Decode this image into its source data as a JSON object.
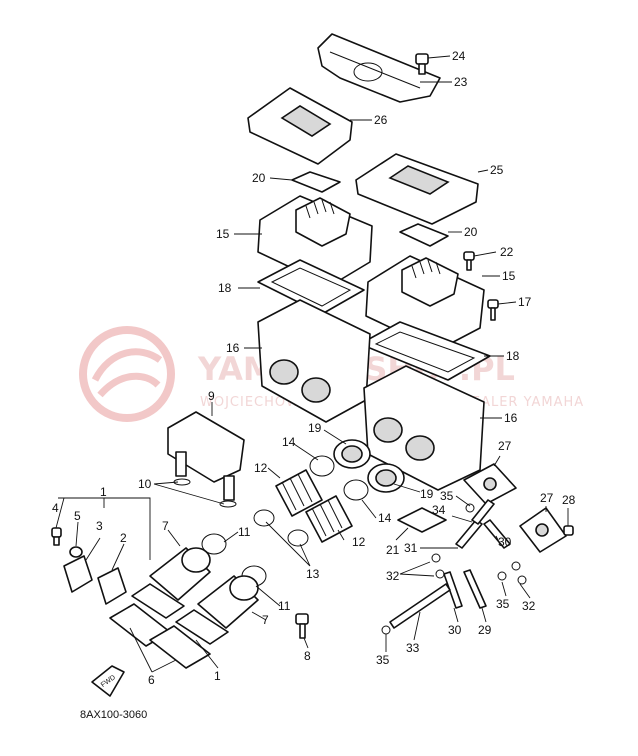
{
  "watermark": {
    "title": "YAMAHA-SHOP.PL",
    "subtitle": "WOJCIECHOWSCY AUTORYZOWANY DEALER YAMAHA"
  },
  "diagram_code": "8AX100-3060",
  "fwd_label": "FWD",
  "callouts": [
    {
      "id": "c24",
      "text": "24"
    },
    {
      "id": "c23",
      "text": "23"
    },
    {
      "id": "c26",
      "text": "26"
    },
    {
      "id": "c25",
      "text": "25"
    },
    {
      "id": "c20a",
      "text": "20"
    },
    {
      "id": "c20b",
      "text": "20"
    },
    {
      "id": "c15a",
      "text": "15"
    },
    {
      "id": "c15b",
      "text": "15"
    },
    {
      "id": "c22",
      "text": "22"
    },
    {
      "id": "c17",
      "text": "17"
    },
    {
      "id": "c18a",
      "text": "18"
    },
    {
      "id": "c18b",
      "text": "18"
    },
    {
      "id": "c16a",
      "text": "16"
    },
    {
      "id": "c16b",
      "text": "16"
    },
    {
      "id": "c9",
      "text": "9"
    },
    {
      "id": "c10",
      "text": "10"
    },
    {
      "id": "c14a",
      "text": "14"
    },
    {
      "id": "c19a",
      "text": "19"
    },
    {
      "id": "c12a",
      "text": "12"
    },
    {
      "id": "c27a",
      "text": "27"
    },
    {
      "id": "c19b",
      "text": "19"
    },
    {
      "id": "c35a",
      "text": "35"
    },
    {
      "id": "c14b",
      "text": "14"
    },
    {
      "id": "c12b",
      "text": "12"
    },
    {
      "id": "c1a",
      "text": "1"
    },
    {
      "id": "c4",
      "text": "4"
    },
    {
      "id": "c5",
      "text": "5"
    },
    {
      "id": "c3",
      "text": "3"
    },
    {
      "id": "c2",
      "text": "2"
    },
    {
      "id": "c7a",
      "text": "7"
    },
    {
      "id": "c11a",
      "text": "11"
    },
    {
      "id": "c13",
      "text": "13"
    },
    {
      "id": "c21",
      "text": "21"
    },
    {
      "id": "c34",
      "text": "34"
    },
    {
      "id": "c27b",
      "text": "27"
    },
    {
      "id": "c28",
      "text": "28"
    },
    {
      "id": "c31",
      "text": "31"
    },
    {
      "id": "c30a",
      "text": "30"
    },
    {
      "id": "c32a",
      "text": "32"
    },
    {
      "id": "c11b",
      "text": "11"
    },
    {
      "id": "c35b",
      "text": "35"
    },
    {
      "id": "c32b",
      "text": "32"
    },
    {
      "id": "c7b",
      "text": "7"
    },
    {
      "id": "c8",
      "text": "8"
    },
    {
      "id": "c33",
      "text": "33"
    },
    {
      "id": "c30b",
      "text": "30"
    },
    {
      "id": "c29",
      "text": "29"
    },
    {
      "id": "c35c",
      "text": "35"
    },
    {
      "id": "c6",
      "text": "6"
    },
    {
      "id": "c1b",
      "text": "1"
    }
  ]
}
